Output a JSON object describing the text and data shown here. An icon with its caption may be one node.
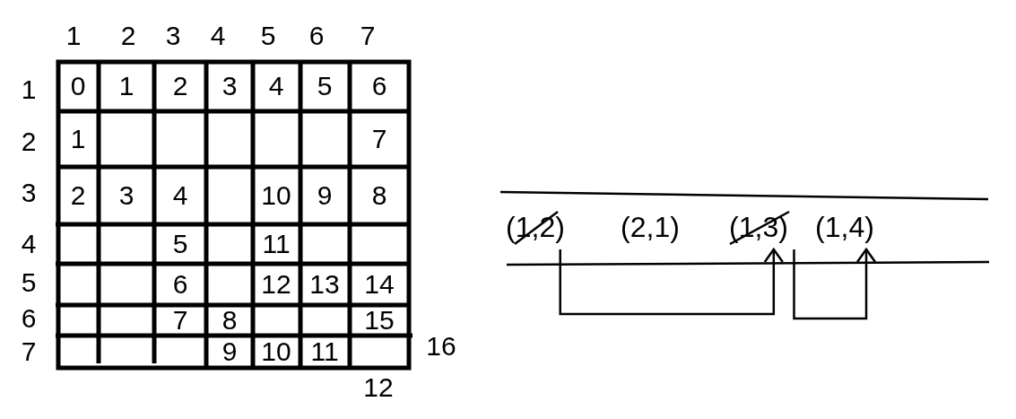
{
  "diagram": {
    "nodes": [
      {
        "text": [
          "(1,2)"
        ]
      },
      {
        "text": [
          "(2,1)"
        ]
      },
      {
        "text": [
          "(1,3)"
        ]
      },
      {
        "text": [
          "(1,4)"
        ]
      }
    ],
    "edges": [
      {
        "from": 0,
        "to": 2,
        "arrow": "to"
      },
      {
        "from": 2,
        "to": 3,
        "arrow": "to"
      }
    ],
    "labels": [
      "1",
      "2",
      "3",
      "4",
      "5",
      "6",
      "7",
      "1",
      "0",
      "1",
      "2",
      "3",
      "4",
      "5",
      "6",
      "2",
      "1",
      "7",
      "3",
      "2",
      "3",
      "4",
      "10",
      "9",
      "8",
      "4",
      "5",
      "11",
      "5",
      "6",
      "12",
      "13",
      "14",
      "6",
      "7",
      "8",
      "15",
      "7",
      "9",
      "10",
      "11",
      "16",
      "12"
    ]
  }
}
